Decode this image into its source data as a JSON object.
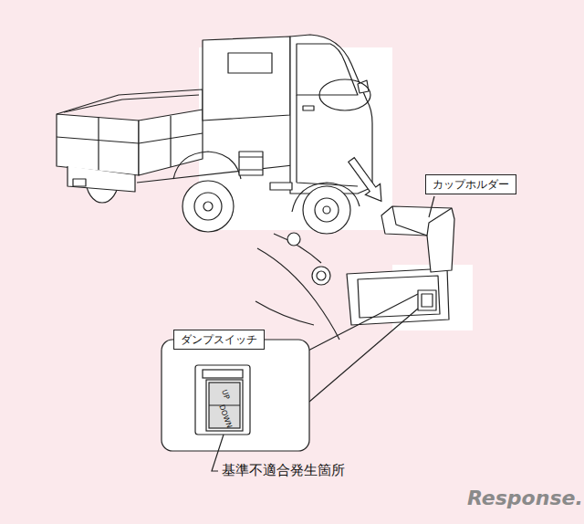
{
  "diagram": {
    "nodes": [
      {
        "text": [
          "カップホルダー"
        ]
      },
      {
        "text": [
          "ダンプスイッチ"
        ]
      }
    ],
    "labels": [
      "UP",
      "DOWN",
      "基準不適合発生箇所",
      "Response."
    ]
  }
}
